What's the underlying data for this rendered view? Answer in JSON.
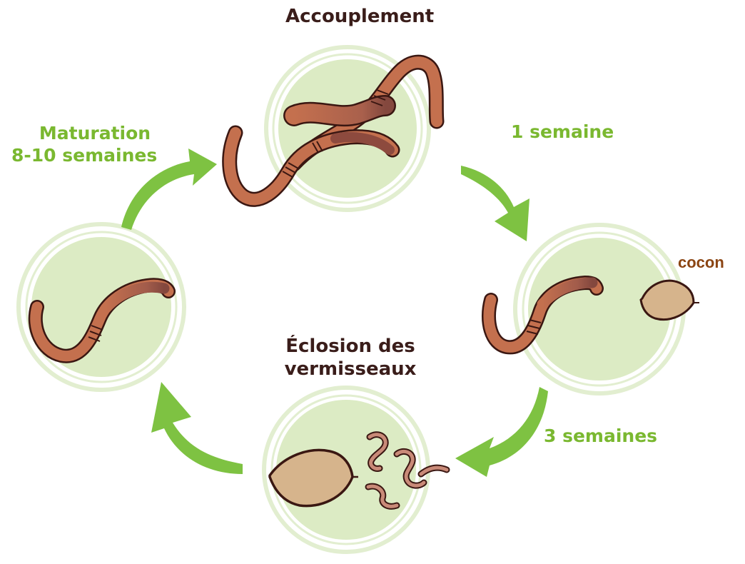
{
  "labels": {
    "mating": "Accouplement",
    "one_week": "1 semaine",
    "cocoon": "cocon",
    "three_weeks": "3 semaines",
    "hatching_line1": "Éclosion des",
    "hatching_line2": "vermisseaux",
    "maturation_line1": "Maturation",
    "maturation_line2": "8-10 semaines"
  },
  "colors": {
    "arrow_green": "#7ec242",
    "label_green": "#7ab830",
    "label_dark": "#3a1d1a",
    "cocoon_label": "#8b4513",
    "circle_fill": "#dcebc4",
    "circle_ring": "#e2eed0",
    "worm_body": "#c4704e",
    "worm_outline": "#3a1712",
    "worm_head": "#8d4a3e",
    "cocoon_fill": "#d6b48c"
  }
}
